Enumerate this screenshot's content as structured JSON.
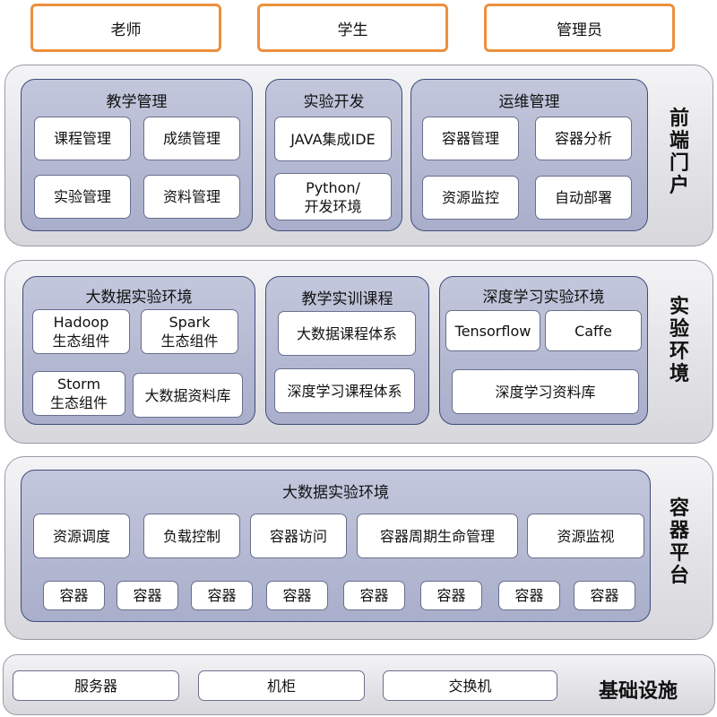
{
  "roles": [
    "老师",
    "学生",
    "管理员"
  ],
  "frontend": {
    "label": "前端门户",
    "teaching": {
      "title": "教学管理",
      "items": [
        "课程管理",
        "成绩管理",
        "实验管理",
        "资料管理"
      ]
    },
    "dev": {
      "title": "实验开发",
      "java": "JAVA集成IDE",
      "python_line1": "Python/",
      "python_line2": "开发环境"
    },
    "ops": {
      "title": "运维管理",
      "items": [
        "容器管理",
        "容器分析",
        "资源监控",
        "自动部署"
      ]
    }
  },
  "experiment": {
    "label": "实验环境",
    "bigdata": {
      "title": "大数据实验环境",
      "hadoop": [
        "Hadoop",
        "生态组件"
      ],
      "spark": [
        "Spark",
        "生态组件"
      ],
      "storm": [
        "Storm",
        "生态组件"
      ],
      "library": "大数据资料库"
    },
    "course": {
      "title": "教学实训课程",
      "items": [
        "大数据课程体系",
        "深度学习课程体系"
      ]
    },
    "deep": {
      "title": "深度学习实验环境",
      "tensorflow": "Tensorflow",
      "caffe": "Caffe",
      "library": "深度学习资料库"
    }
  },
  "container": {
    "label": "容器平台",
    "title": "大数据实验环境",
    "features": [
      "资源调度",
      "负载控制",
      "容器访问",
      "容器周期生命管理",
      "资源监视"
    ],
    "containers": [
      "容器",
      "容器",
      "容器",
      "容器",
      "容器",
      "容器",
      "容器",
      "容器"
    ]
  },
  "infra": {
    "label": "基础设施",
    "items": [
      "服务器",
      "机柜",
      "交换机"
    ]
  },
  "colors": {
    "role_border": "#ed8f3c",
    "group_fill": "#b4b8d2",
    "group_border": "#3e4c78",
    "layer_fill": "#e3e3e7"
  }
}
